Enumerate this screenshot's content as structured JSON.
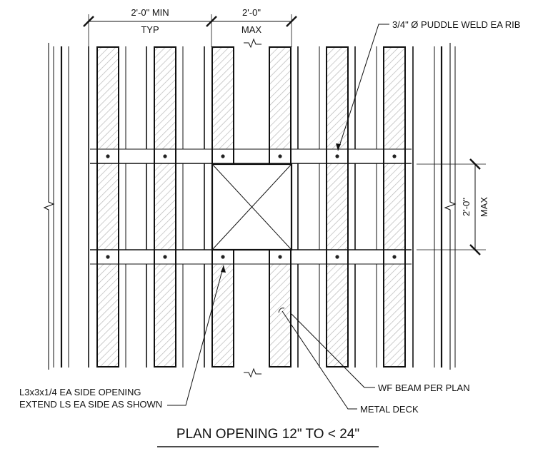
{
  "drawing": {
    "dimensions": {
      "rib_spacing": "2'-0\" MIN",
      "rib_spacing_note": "TYP",
      "opening_width": "2'-0\"",
      "opening_width_note": "MAX",
      "opening_height": "2'-0\"",
      "opening_height_note": "MAX"
    },
    "callouts": {
      "puddle_weld": "3/4\" Ø PUDDLE WELD EA RIB",
      "angle_line1": "L3x3x1/4 EA SIDE OPENING",
      "angle_line2": "EXTEND LS EA SIDE AS SHOWN",
      "wf_beam": "WF BEAM PER PLAN",
      "metal_deck": "METAL DECK"
    },
    "title": "PLAN OPENING 12\" TO < 24\""
  }
}
